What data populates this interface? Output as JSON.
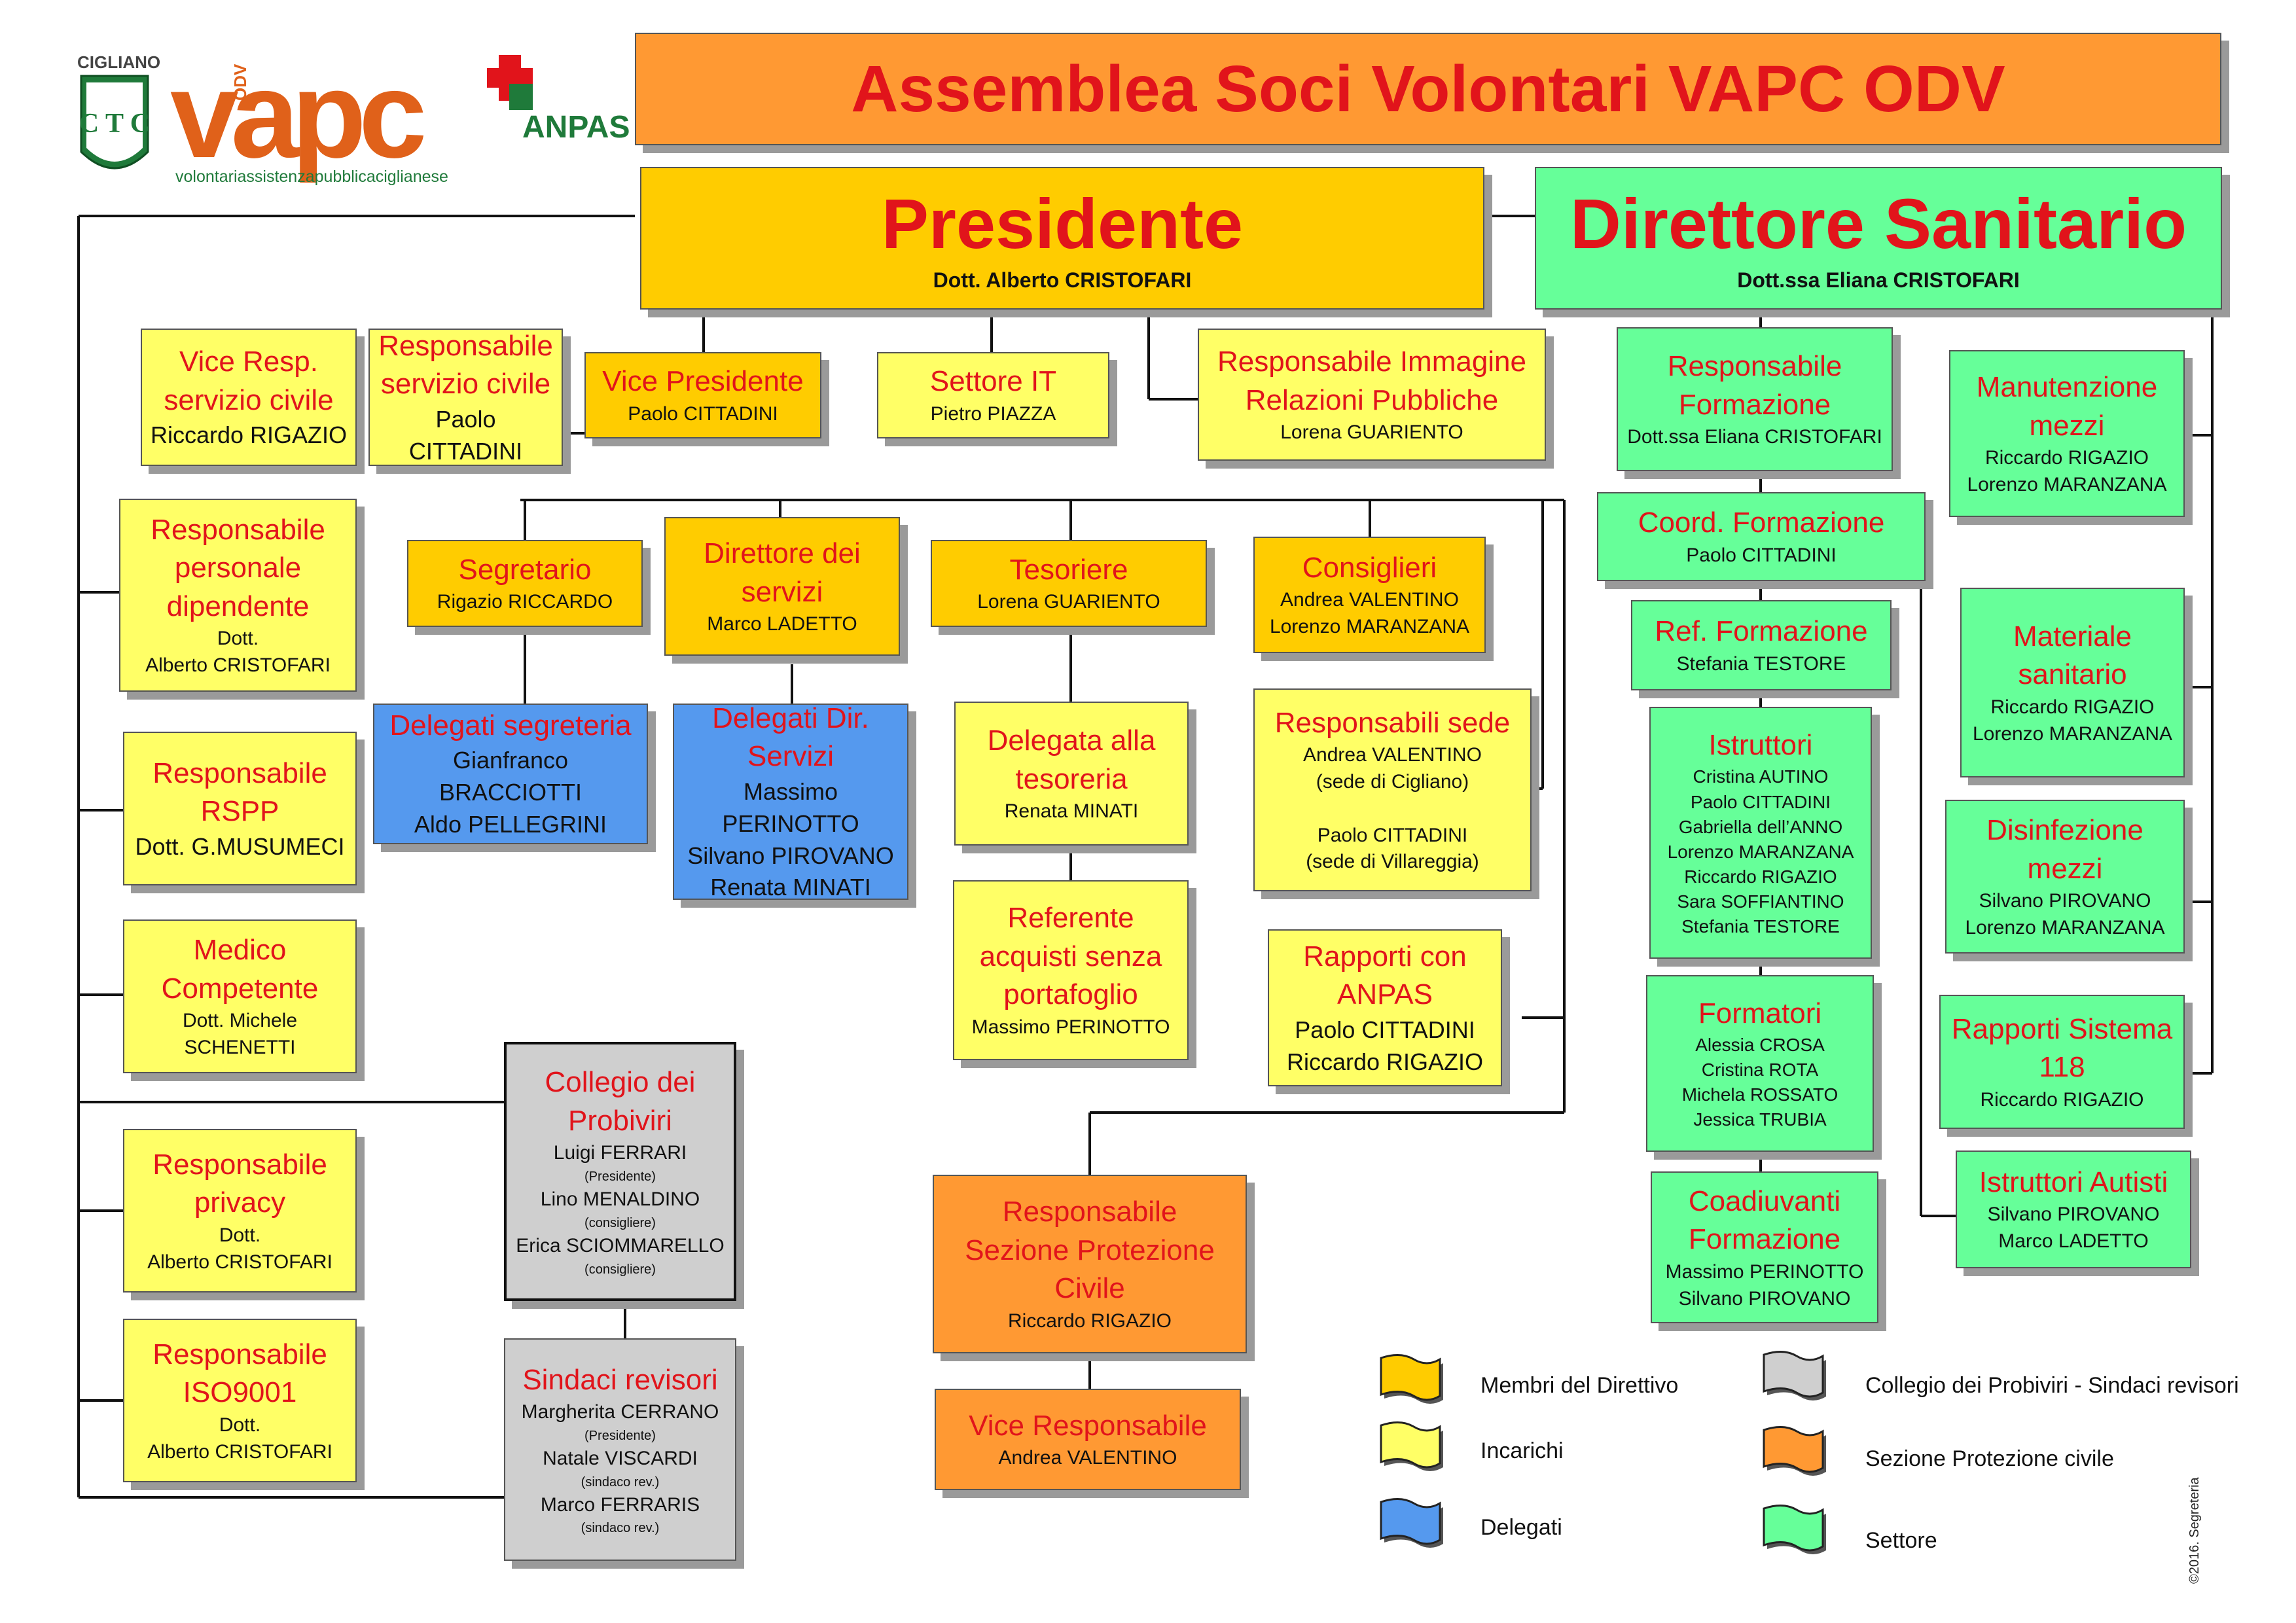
{
  "title": "Assemblea Soci Volontari VAPC ODV",
  "logo": {
    "city": "CIGLIANO",
    "brand": "vapc",
    "odv": "ODV",
    "tagline": "volontariassistenzapubblicaciglianese",
    "partner": "ANPAS",
    "emblem": "C T C"
  },
  "colors": {
    "direttivo": "#ffcc00",
    "incarichi": "#ffff66",
    "delegati": "#5599ee",
    "probiviri": "#cfcfcf",
    "protezione_civile": "#ff9933",
    "settore": "#66ff99",
    "title_red": "#e1141b"
  },
  "nodes": {
    "presidente": {
      "title": "Presidente",
      "names": "Dott. Alberto CRISTOFARI"
    },
    "direttore_sanitario": {
      "title": "Direttore Sanitario",
      "names": "Dott.ssa Eliana CRISTOFARI"
    },
    "vice_resp_civile": {
      "title": "Vice Resp.\nservizio civile",
      "names": "Riccardo RIGAZIO"
    },
    "resp_civile": {
      "title": "Responsabile\nservizio civile",
      "names": "Paolo CITTADINI"
    },
    "vice_presidente": {
      "title": "Vice Presidente",
      "names": "Paolo CITTADINI"
    },
    "settore_it": {
      "title": "Settore IT",
      "names": "Pietro PIAZZA"
    },
    "resp_immagine": {
      "title": "Responsabile Immagine\nRelazioni Pubbliche",
      "names": "Lorena GUARIENTO"
    },
    "resp_personale": {
      "title": "Responsabile\npersonale\ndipendente",
      "names": "Dott.\nAlberto CRISTOFARI"
    },
    "resp_rspp": {
      "title": "Responsabile\nRSPP",
      "names": "Dott. G.MUSUMECI"
    },
    "medico": {
      "title": "Medico\nCompetente",
      "names": "Dott. Michele\nSCHENETTI"
    },
    "resp_privacy": {
      "title": "Responsabile\nprivacy",
      "names": "Dott.\nAlberto CRISTOFARI"
    },
    "resp_iso": {
      "title": "Responsabile\nISO9001",
      "names": "Dott.\nAlberto CRISTOFARI"
    },
    "segretario": {
      "title": "Segretario",
      "names": "Rigazio RICCARDO"
    },
    "direttore_servizi": {
      "title": "Direttore dei\nservizi",
      "names": "Marco LADETTO"
    },
    "tesoriere": {
      "title": "Tesoriere",
      "names": "Lorena GUARIENTO"
    },
    "consiglieri": {
      "title": "Consiglieri",
      "names": "Andrea VALENTINO\nLorenzo MARANZANA"
    },
    "delegati_segreteria": {
      "title": "Delegati segreteria",
      "names": "Gianfranco BRACCIOTTI\nAldo PELLEGRINI"
    },
    "delegati_servizi": {
      "title": "Delegati Dir.\nServizi",
      "names": "Massimo PERINOTTO\nSilvano PIROVANO\nRenata MINATI"
    },
    "delegata_tesoreria": {
      "title": "Delegata alla\ntesoreria",
      "names": "Renata MINATI"
    },
    "referente_acquisti": {
      "title": "Referente\nacquisti senza\nportafoglio",
      "names": "Massimo PERINOTTO"
    },
    "resp_sede": {
      "title": "Responsabili sede",
      "names": "Andrea VALENTINO\n(sede di Cigliano)\n\nPaolo CITTADINI\n(sede di Villareggia)"
    },
    "rapporti_anpas": {
      "title": "Rapporti con\nANPAS",
      "names": "Paolo CITTADINI\nRiccardo RIGAZIO"
    },
    "collegio": {
      "title": "Collegio dei\nProbiviri",
      "names": [
        {
          "name": "Luigi FERRARI",
          "role": "(Presidente)"
        },
        {
          "name": "Lino MENALDINO",
          "role": "(consigliere)"
        },
        {
          "name": "Erica SCIOMMARELLO",
          "role": "(consigliere)"
        }
      ]
    },
    "sindaci": {
      "title": "Sindaci revisori",
      "names": [
        {
          "name": "Margherita CERRANO",
          "role": "(Presidente)"
        },
        {
          "name": "Natale VISCARDI",
          "role": "(sindaco rev.)"
        },
        {
          "name": "Marco FERRARIS",
          "role": "(sindaco rev.)"
        }
      ]
    },
    "resp_protezione": {
      "title": "Responsabile\nSezione Protezione\nCivile",
      "names": "Riccardo RIGAZIO"
    },
    "vice_resp_protezione": {
      "title": "Vice Responsabile",
      "names": "Andrea VALENTINO"
    },
    "resp_formazione": {
      "title": "Responsabile\nFormazione",
      "names": "Dott.ssa Eliana CRISTOFARI"
    },
    "coord_formazione": {
      "title": "Coord. Formazione",
      "names": "Paolo CITTADINI"
    },
    "ref_formazione": {
      "title": "Ref. Formazione",
      "names": "Stefania TESTORE"
    },
    "istruttori": {
      "title": "Istruttori",
      "names": "Cristina AUTINO\nPaolo CITTADINI\nGabriella dell’ANNO\nLorenzo MARANZANA\nRiccardo RIGAZIO\nSara SOFFIANTINO\nStefania TESTORE"
    },
    "formatori": {
      "title": "Formatori",
      "names": "Alessia CROSA\nCristina ROTA\nMichela ROSSATO\nJessica TRUBIA"
    },
    "coadiuvanti": {
      "title": "Coadiuvanti\nFormazione",
      "names": "Massimo PERINOTTO\nSilvano PIROVANO"
    },
    "manutenzione": {
      "title": "Manutenzione\nmezzi",
      "names": "Riccardo RIGAZIO\nLorenzo MARANZANA"
    },
    "materiale": {
      "title": "Materiale\nsanitario",
      "names": "Riccardo RIGAZIO\nLorenzo MARANZANA"
    },
    "disinfezione": {
      "title": "Disinfezione\nmezzi",
      "names": "Silvano PIROVANO\nLorenzo MARANZANA"
    },
    "rapporti_118": {
      "title": "Rapporti Sistema\n118",
      "names": "Riccardo RIGAZIO"
    },
    "istruttori_autisti": {
      "title": "Istruttori Autisti",
      "names": "Silvano PIROVANO\nMarco LADETTO"
    }
  },
  "legend": [
    {
      "label": "Membri del Direttivo",
      "color": "#ffcc00"
    },
    {
      "label": "Incarichi",
      "color": "#ffff66"
    },
    {
      "label": "Delegati",
      "color": "#5599ee"
    },
    {
      "label": "Collegio dei Probiviri - Sindaci revisori",
      "color": "#cfcfcf"
    },
    {
      "label": "Sezione Protezione  civile",
      "color": "#ff9933"
    },
    {
      "label": "Settore",
      "color": "#66ff99"
    }
  ],
  "copyright": "©2016. Segreteria"
}
